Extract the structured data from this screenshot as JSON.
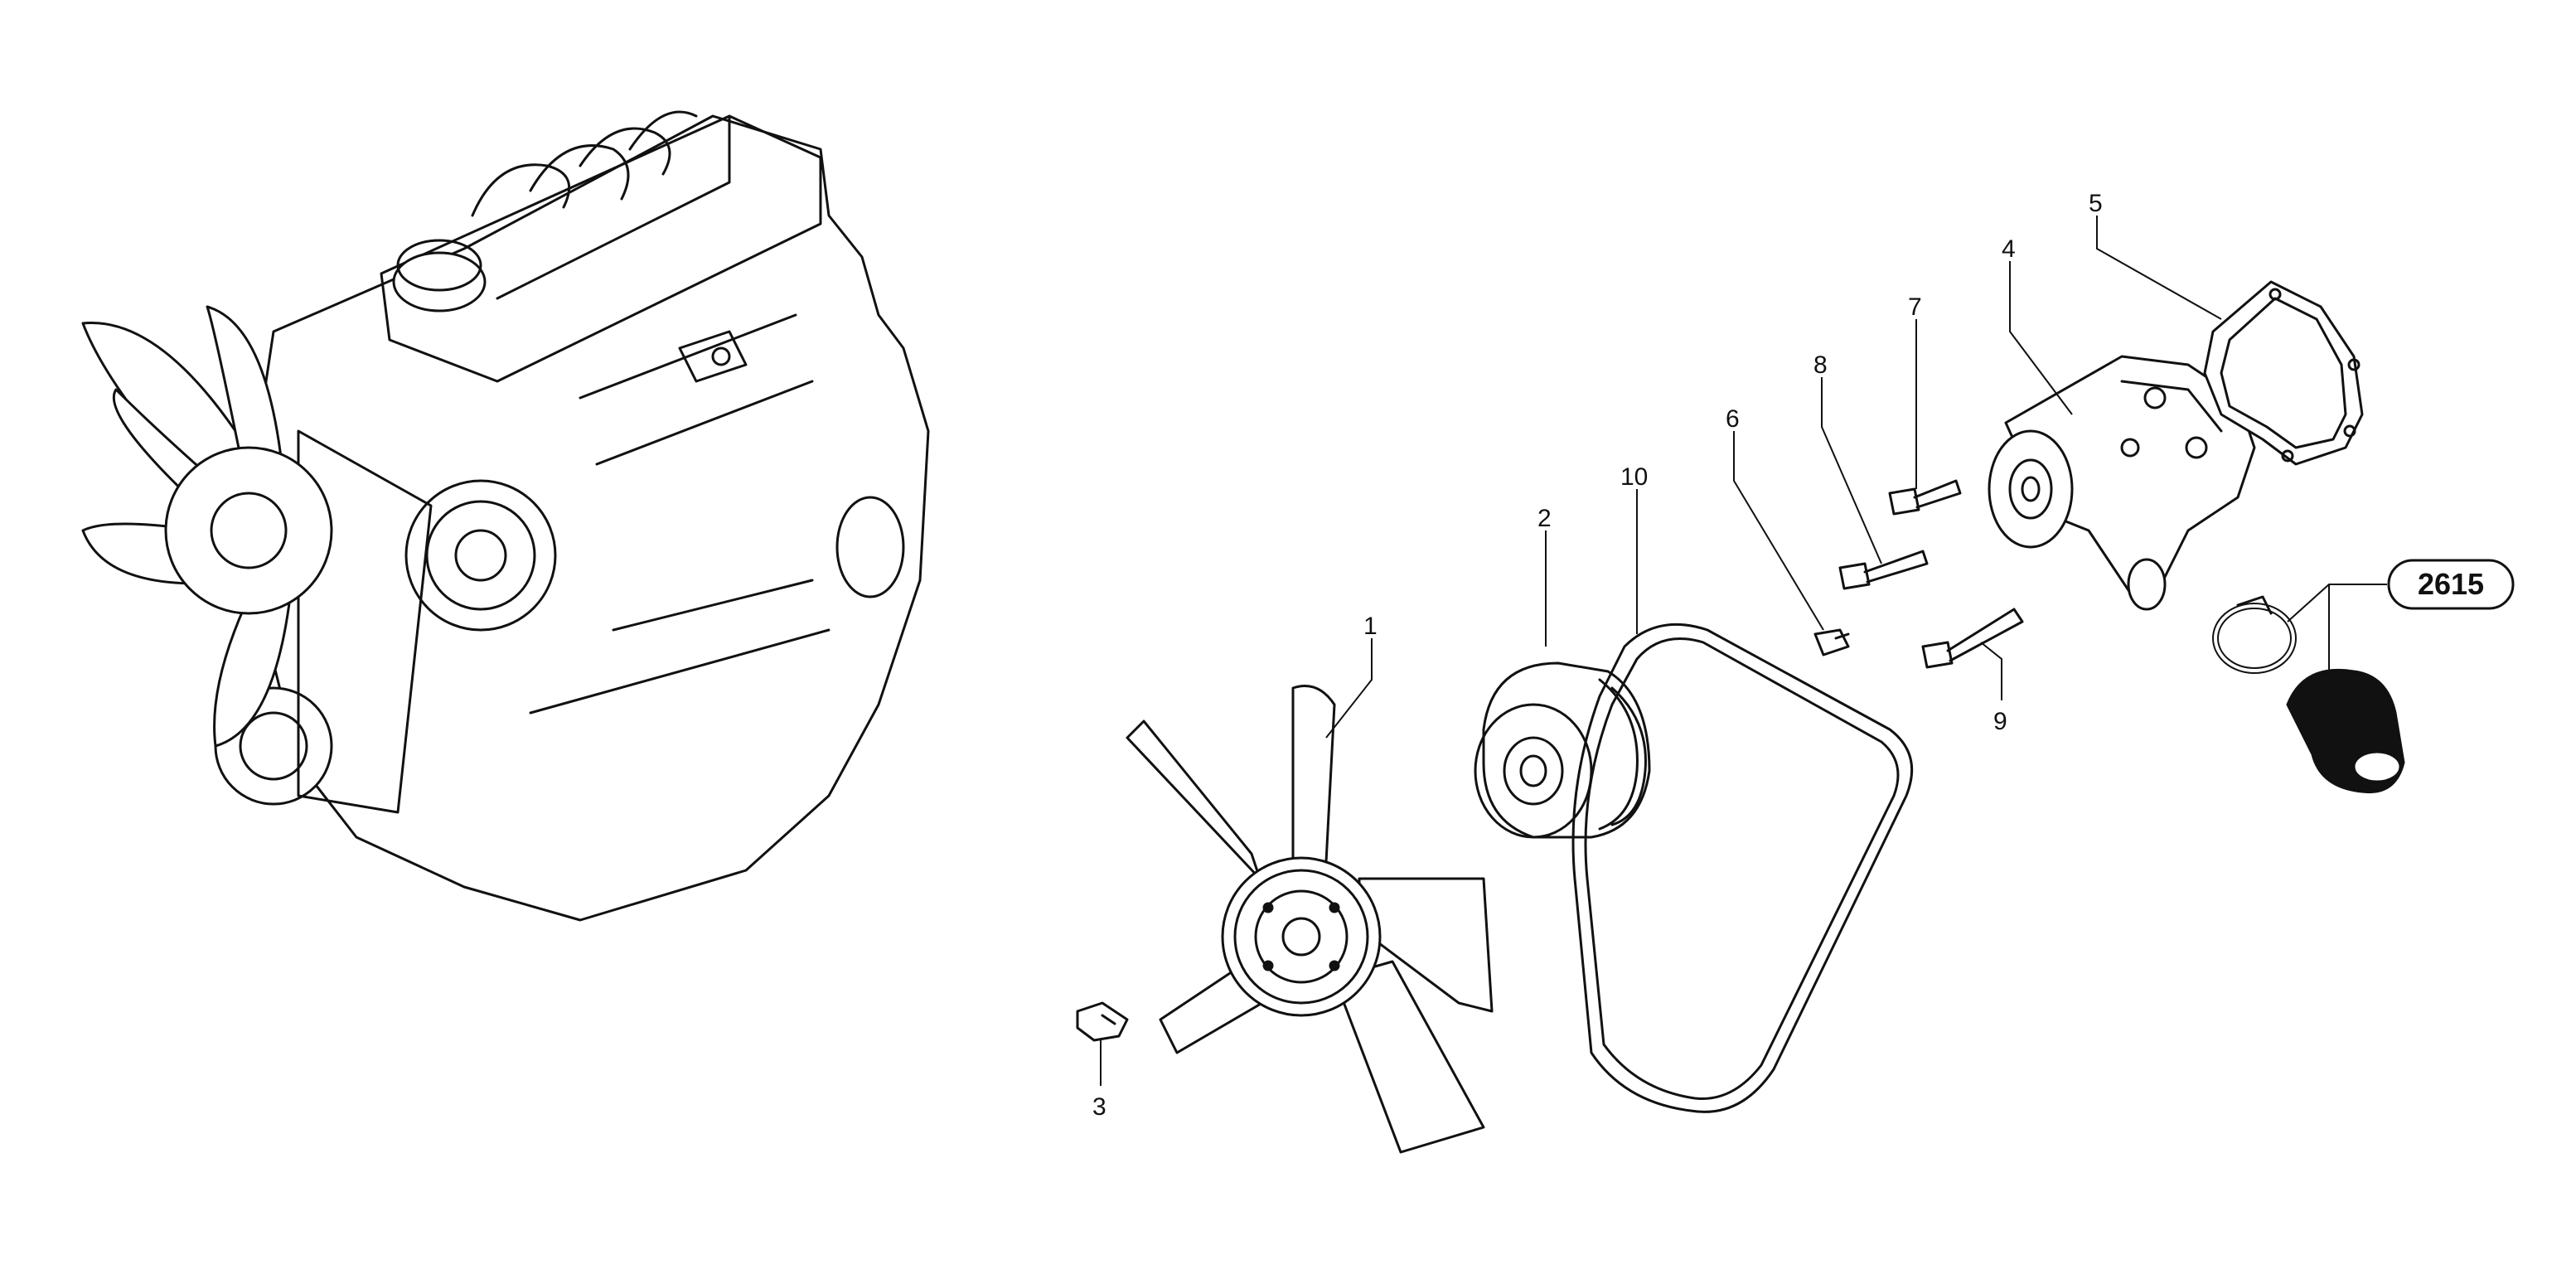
{
  "callouts": {
    "c1": "1",
    "c2": "2",
    "c3": "3",
    "c4": "4",
    "c5": "5",
    "c6": "6",
    "c7": "7",
    "c8": "8",
    "c9": "9",
    "c10": "10"
  },
  "reference_badge": "2615",
  "colors": {
    "ink": "#111111",
    "paper": "#ffffff"
  }
}
